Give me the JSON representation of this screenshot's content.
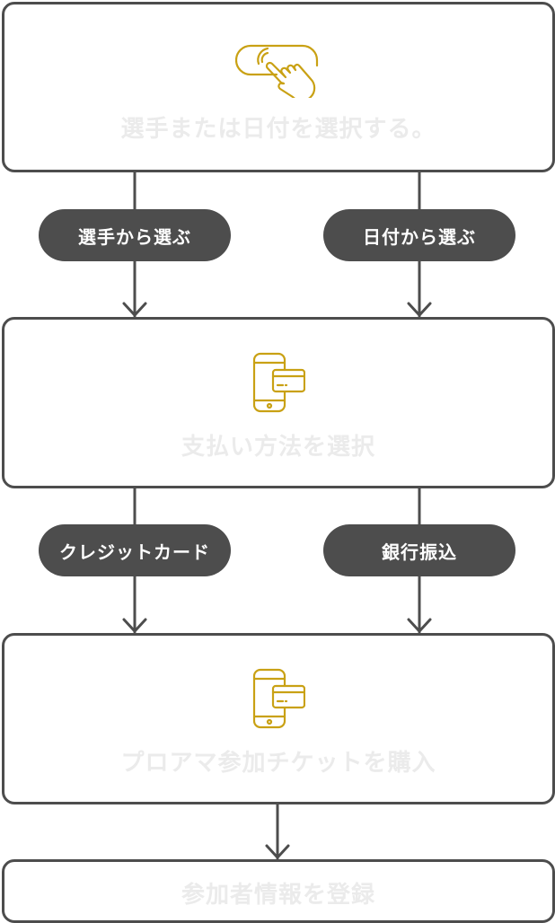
{
  "colors": {
    "stroke": "#4d4d4d",
    "accent": "#c9a114",
    "step_text": "#ebebeb",
    "pill_bg": "#4d4d4d",
    "pill_text": "#ffffff"
  },
  "steps": [
    {
      "icon": "tap-hand-icon",
      "label": "選手または日付を選択する。"
    },
    {
      "icon": "smartphone-card-icon",
      "label": "支払い方法を選択"
    },
    {
      "icon": "smartphone-card-icon",
      "label": "プロアマ参加チケットを購入"
    },
    {
      "icon": "",
      "label": "参加者情報を登録"
    }
  ],
  "branches": [
    {
      "left": "選手から選ぶ",
      "right": "日付から選ぶ"
    },
    {
      "left": "クレジットカード",
      "right": "銀行振込"
    }
  ]
}
